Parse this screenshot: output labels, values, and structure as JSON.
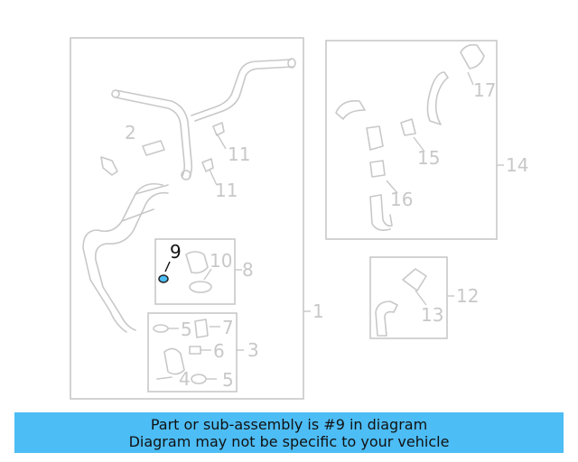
{
  "diagram": {
    "callouts": {
      "c1": "1",
      "c2": "2",
      "c3": "3",
      "c4": "4",
      "c5a": "5",
      "c5b": "5",
      "c6": "6",
      "c7": "7",
      "c8": "8",
      "c9": "9",
      "c10": "10",
      "c11a": "11",
      "c11b": "11",
      "c12": "12",
      "c13": "13",
      "c14": "14",
      "c15": "15",
      "c16": "16",
      "c17": "17"
    },
    "highlighted_part": "9",
    "highlight_color": "#4dbdf5",
    "line_color": "#c8c8c8"
  },
  "banner": {
    "line1": "Part or sub-assembly is #9 in diagram",
    "line2": "Diagram may not be specific to your vehicle",
    "background": "#4dbdf5"
  }
}
